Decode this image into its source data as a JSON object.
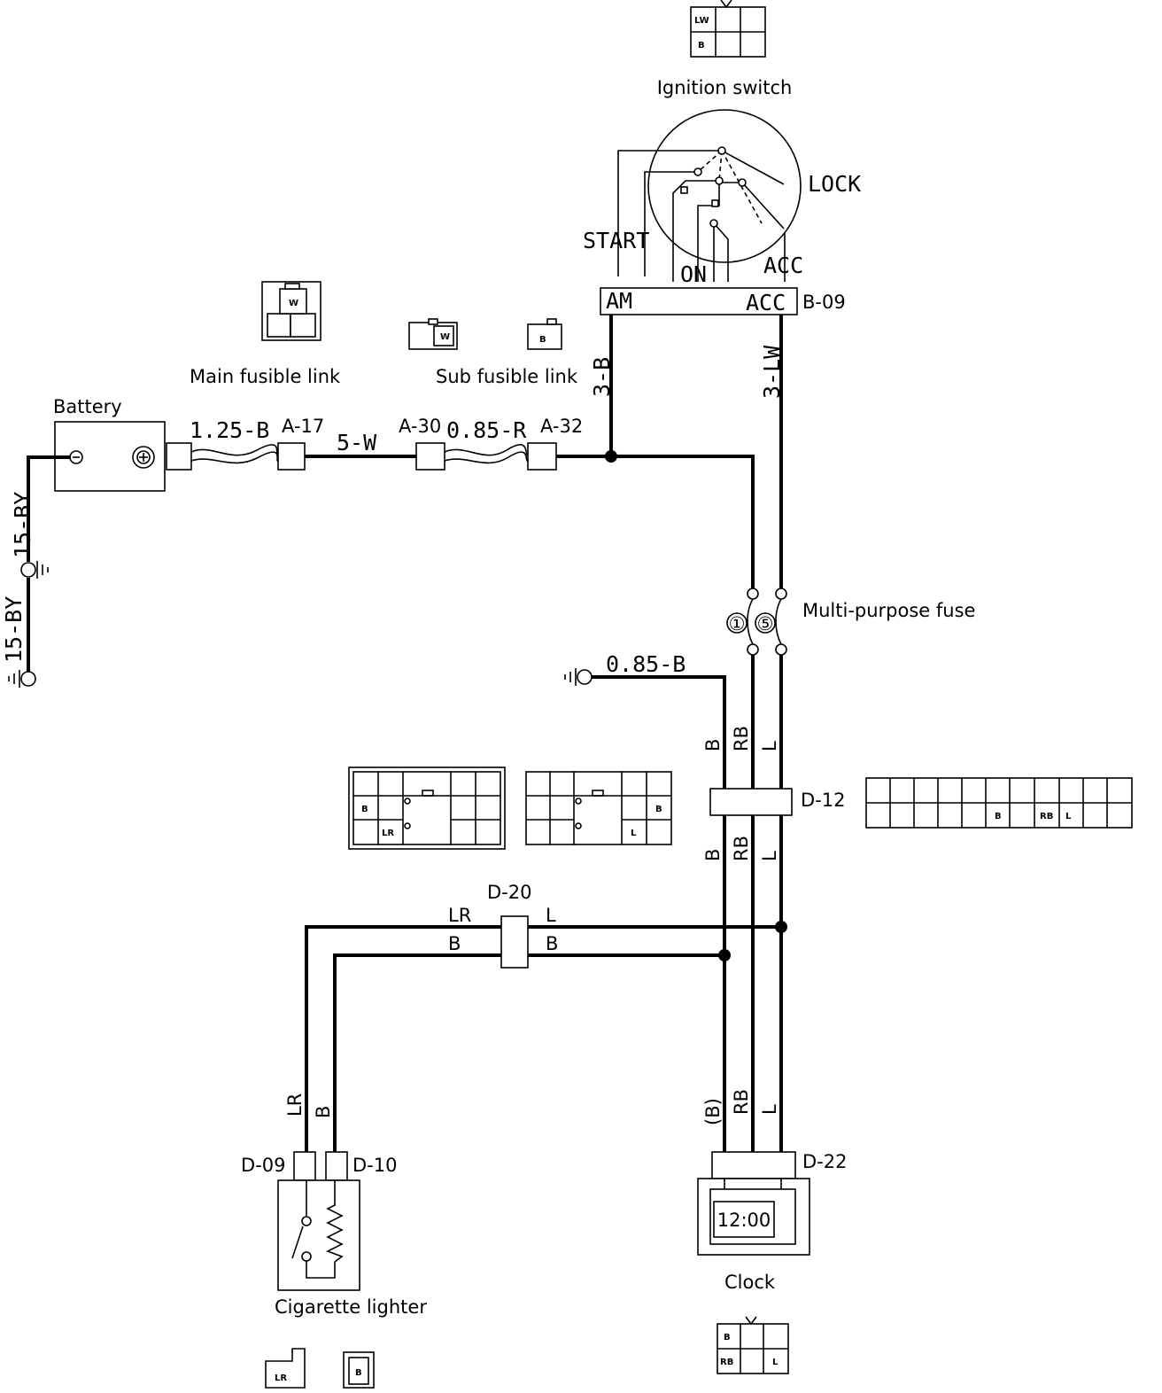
{
  "components": {
    "ignition_switch": "Ignition switch",
    "lock": "LOCK",
    "start": "START",
    "on": "ON",
    "acc": "ACC",
    "am": "AM",
    "acc_terminal": "ACC",
    "battery": "Battery",
    "main_fusible_link": "Main fusible link",
    "sub_fusible_link": "Sub fusible link",
    "multi_purpose_fuse": "Multi-purpose fuse",
    "fuse_1": "①",
    "fuse_5": "⑤",
    "cigarette_lighter": "Cigarette lighter",
    "clock": "Clock",
    "clock_display": "12:00"
  },
  "connectors": {
    "b09": "B-09",
    "a17": "A-17",
    "a30": "A-30",
    "a32": "A-32",
    "d12": "D-12",
    "d20": "D-20",
    "d09": "D-09",
    "d10": "D-10",
    "d22": "D-22"
  },
  "wires": {
    "w_125b": "1.25-B",
    "w_5w": "5-W",
    "w_085r": "0.85-R",
    "w_3b": "3-B",
    "w_3lw": "3-LW",
    "w_15by_top": "15-BY",
    "w_15by_bottom": "15-BY",
    "w_085b": "0.85-B",
    "b_upper": "B",
    "rb_upper": "RB",
    "l_upper": "L",
    "b_mid": "B",
    "rb_mid": "RB",
    "l_mid": "L",
    "b_clock": "(B)",
    "rb_clock": "RB",
    "l_clock": "L",
    "d20_lr_left": "LR",
    "d20_b_left": "B",
    "d20_l_right": "L",
    "d20_b_right": "B",
    "lighter_lr": "LR",
    "lighter_b": "B"
  },
  "pin_labels": {
    "ign_lw": "LW",
    "ign_b": "B",
    "main_link_w": "W",
    "sub_link_w": "W",
    "sub_link_b": "B",
    "d12_b": "B",
    "d12_rb": "RB",
    "d12_l": "L",
    "left_conn_b": "B",
    "left_conn_lr": "LR",
    "right_conn_b": "B",
    "right_conn_l": "L",
    "clock_b": "B",
    "clock_rb": "RB",
    "clock_l": "L",
    "lighter_lr_pin": "LR",
    "lighter_b_pin": "B"
  }
}
